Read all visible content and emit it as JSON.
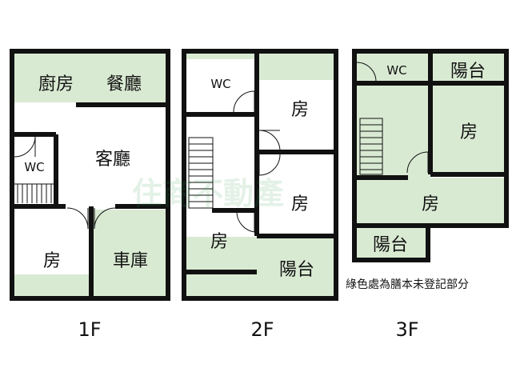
{
  "colors": {
    "unregistered": "#d9ead3",
    "wall": "#111111"
  },
  "watermark": "住商不動產",
  "note": "綠色處為膳本未登記部分",
  "floors": [
    {
      "label": "1F",
      "rooms": {
        "kitchen": "廚房",
        "dining": "餐廳",
        "living": "客廳",
        "wc": "WC",
        "bedroom": "房",
        "garage": "車庫"
      }
    },
    {
      "label": "2F",
      "rooms": {
        "wc": "WC",
        "bedroom_top": "房",
        "bedroom_mid": "房",
        "bedroom_left": "房",
        "balcony": "陽台"
      }
    },
    {
      "label": "3F",
      "rooms": {
        "wc": "WC",
        "balcony_top": "陽台",
        "bedroom_right": "房",
        "bedroom_bottom": "房",
        "balcony_bottom": "陽台"
      }
    }
  ]
}
